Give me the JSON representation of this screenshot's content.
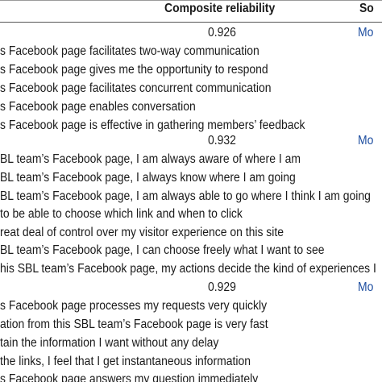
{
  "table": {
    "headers": {
      "composite_reliability": "Composite reliability",
      "source": "So"
    },
    "groups": [
      {
        "reliability": "0.926",
        "source": "Mo",
        "items": [
          "s Facebook page facilitates two-way communication",
          "s Facebook page gives me the opportunity to respond",
          "s Facebook page facilitates concurrent communication",
          "s Facebook page enables conversation",
          "s Facebook page is effective in gathering members’ feedback"
        ]
      },
      {
        "reliability": "0.932",
        "source": "Mo",
        "items": [
          "BL team’s Facebook page, I am always aware of where I am",
          "BL team’s Facebook page, I always know where I am going",
          "BL team’s Facebook page, I am always able to go where I think I am going",
          "to be able to choose which link and when to click",
          "reat deal of control over my visitor experience on this site",
          "BL team’s Facebook page, I can choose freely what I want to see",
          "his SBL team’s Facebook page, my actions decide the kind of experiences I"
        ]
      },
      {
        "reliability": "0.929",
        "source": "Mo",
        "items": [
          "s Facebook page processes my requests very quickly",
          "ation from this SBL team’s Facebook page is very fast",
          "tain the information I want without any delay",
          " the links, I feel that I get instantaneous information",
          "s Facebook page answers my question immediately"
        ]
      }
    ]
  }
}
